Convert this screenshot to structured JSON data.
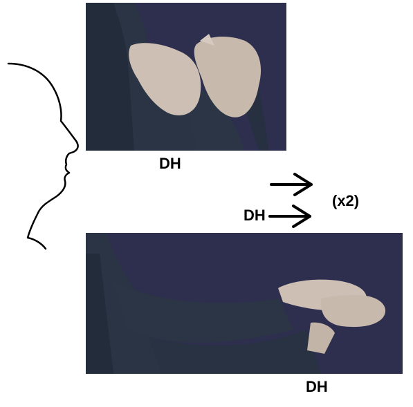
{
  "labels": {
    "top_hand": "DH",
    "bottom_hand": "DH",
    "arrow_hand": "DH",
    "repeat": "(x2)"
  },
  "icons": {
    "profile": "face-profile-icon",
    "arrow_upper": "right-arrow-icon",
    "arrow_lower": "right-arrow-icon"
  },
  "colors": {
    "ink": "#000000",
    "photo_background": "#2e2f4e",
    "clothing": "#2a3444",
    "skin": "#cdbfb4"
  }
}
